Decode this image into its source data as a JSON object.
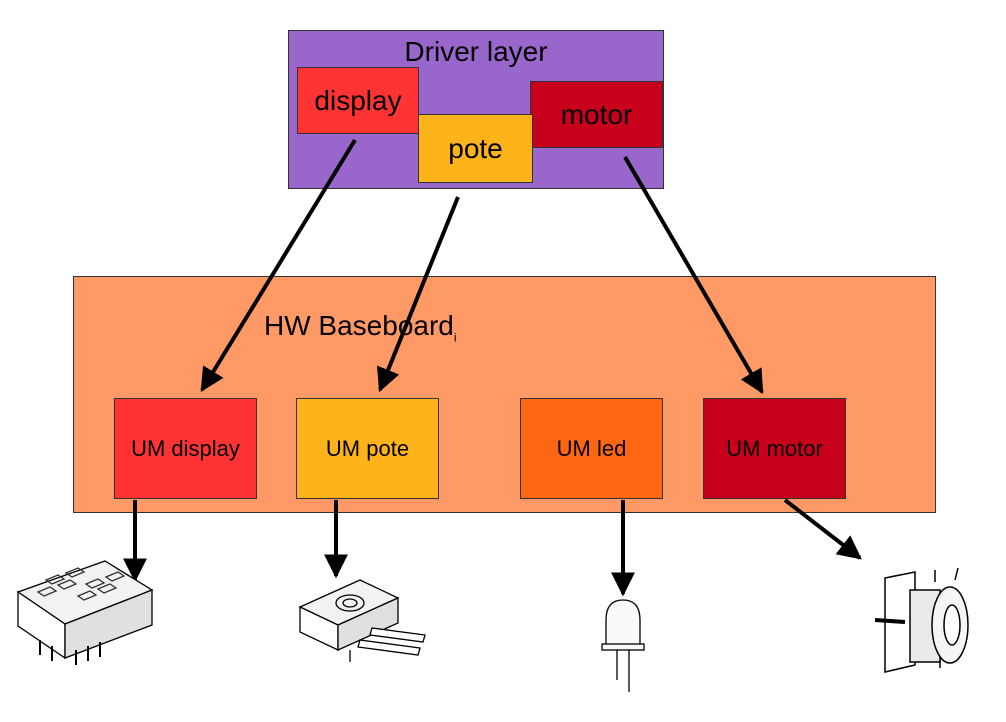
{
  "driver_layer": {
    "title": "Driver layer",
    "modules": {
      "display": "display",
      "pote": "pote",
      "motor": "motor"
    }
  },
  "baseboard": {
    "title": "HW Baseboard",
    "title_subscript": "i",
    "modules": {
      "display": "UM display",
      "pote": "UM pote",
      "led": "UM led",
      "motor": "UM motor"
    }
  },
  "colors": {
    "driver_layer": "#9966cc",
    "display": "#ff3333",
    "pote": "#ffb31a",
    "motor": "#c9001b",
    "led": "#ff6611",
    "baseboard": "#ff9966"
  },
  "devices": [
    "seven-segment-display-icon",
    "potentiometer-icon",
    "led-icon",
    "motor-icon"
  ]
}
